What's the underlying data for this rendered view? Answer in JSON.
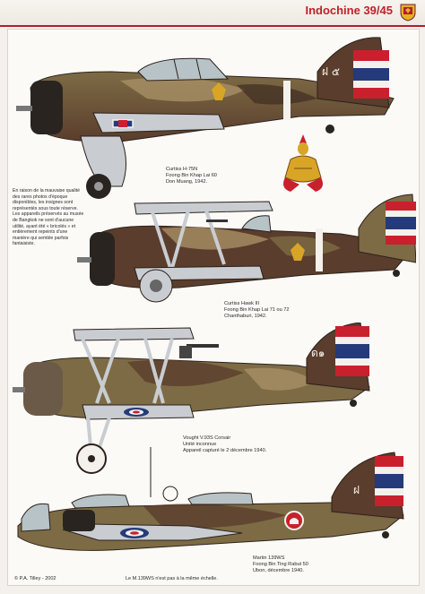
{
  "header": {
    "series_title": "Indochine 39/45"
  },
  "aircraft": [
    {
      "caption_lines": [
        "Curtiss H-75N",
        "Foong Bin Khap Lai 60",
        "Don Muang, 1942."
      ],
      "tail_code": "ฝ ๕"
    },
    {
      "caption_lines": [
        "Curtiss Hawk III",
        "Foong Bin Khap Lai 71 ou 72",
        "Chanthaburi, 1942."
      ]
    },
    {
      "caption_lines": [
        "Vought V.93S Corsair",
        "Unité inconnue",
        "Appareil capturé le 2 décembre 1940."
      ],
      "tail_code": "ด๑"
    },
    {
      "caption_lines": [
        "Martin 139WS",
        "Foong Bin Ting Rabut 50",
        "Ubon, décembre 1940."
      ],
      "tail_code": "ฝ"
    }
  ],
  "note": "En raison de la mauvaise qualité des rares photos d'époque disponibles, les insignes sont représentés sous toute réserve. Les appareils préservés au musée de Bangkok ne sont d'aucune utilité, ayant été « bricolés » et entièrement repeints d'une manière qui semble parfois fantaisiste.",
  "footer": {
    "copyright": "© P.A. Tilley - 2002",
    "scale_note": "Le M.139WS n'est pas à la même échelle."
  },
  "colors": {
    "accent": "#c21f2b",
    "camo_brown": "#5a3d2c",
    "camo_olive": "#7d6b45",
    "camo_tan": "#a89065",
    "underside": "#c9cdd2",
    "thai_red": "#c9202e",
    "thai_blue": "#243a7a"
  }
}
